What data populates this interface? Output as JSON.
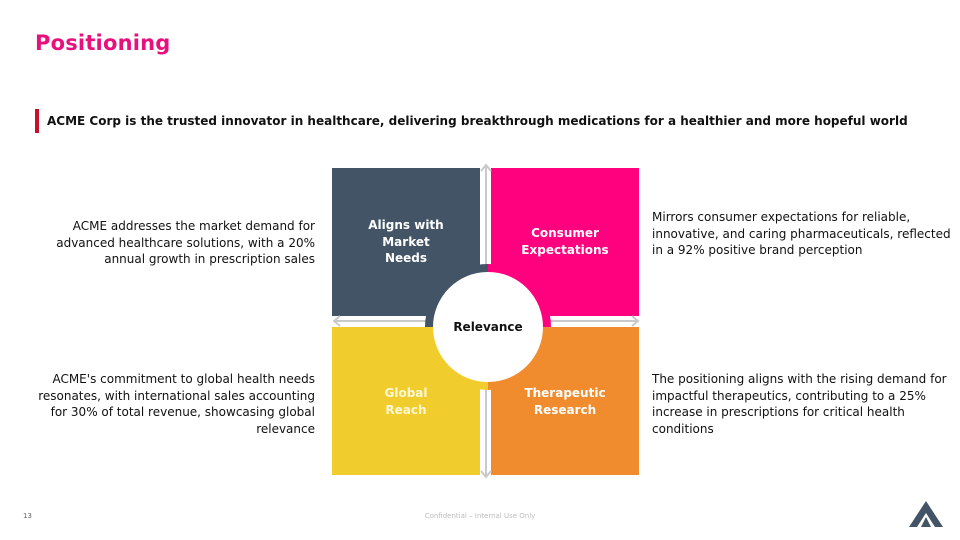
{
  "slide": {
    "title": "Positioning",
    "tagline": "ACME Corp is the trusted innovator in healthcare, delivering breakthrough medications for a healthier and more hopeful world",
    "page_number": "13",
    "footer": "Confidential – Internal Use Only"
  },
  "colors": {
    "title": "#e8107c",
    "accent_bar": "#c8102e",
    "quad_top_left": "#425466",
    "quad_top_right": "#ff007e",
    "quad_bottom_left": "#f0cd2c",
    "quad_bottom_right": "#f08c2e",
    "logo": "#425466"
  },
  "matrix": {
    "center_label": "Relevance",
    "top_left": {
      "label": "Aligns with\nMarket\nNeeds",
      "description": "ACME addresses the market demand for advanced healthcare solutions, with a 20% annual growth in prescription sales"
    },
    "top_right": {
      "label": "Consumer\nExpectations",
      "description": "Mirrors consumer expectations for reliable, innovative, and caring pharmaceuticals, reflected in a 92% positive brand perception"
    },
    "bottom_left": {
      "label": "Global\nReach",
      "description": "ACME's commitment to global health needs resonates, with international sales accounting for 30% of total revenue, showcasing global relevance"
    },
    "bottom_right": {
      "label": "Therapeutic\nResearch",
      "description": "The positioning aligns with the rising demand for impactful therapeutics, contributing to a 25% increase in prescriptions for critical health conditions"
    }
  },
  "icons": {
    "logo": "acme-chevron-logo-icon",
    "axis_arrows": "double-arrow-icon"
  }
}
